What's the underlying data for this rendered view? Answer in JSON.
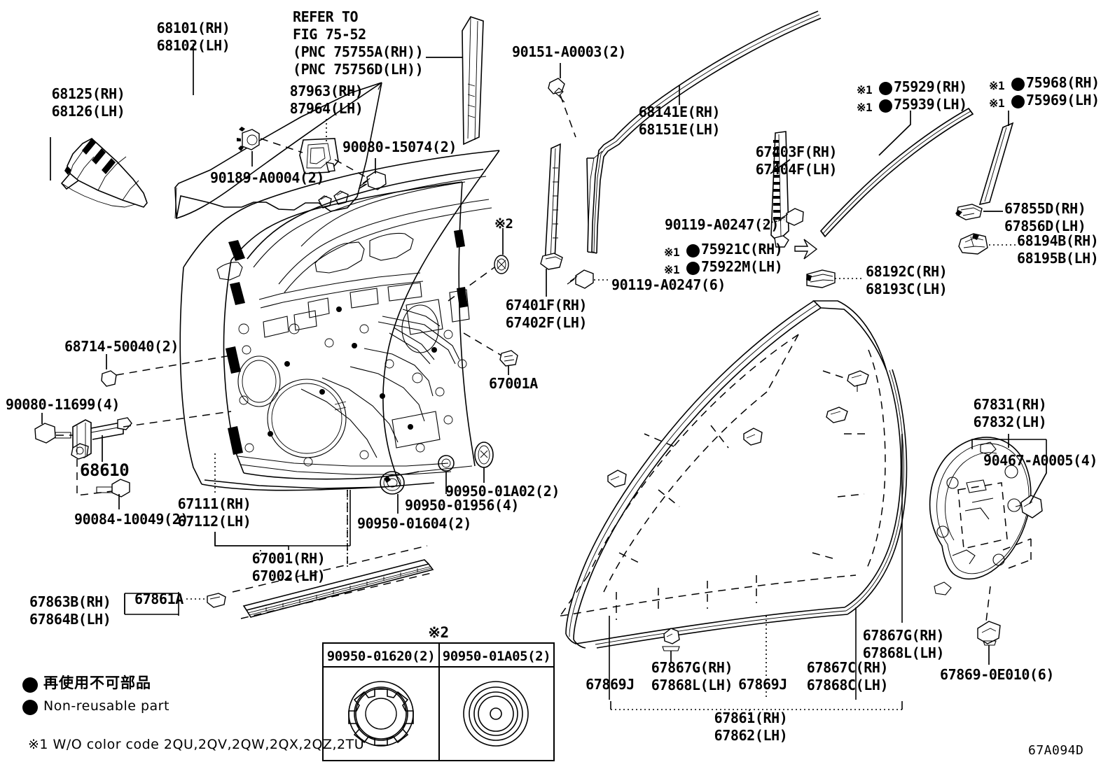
{
  "diagram": {
    "id_code": "67A094D",
    "reuse_note_jp": "再使用不可部品",
    "reuse_note_en": "Non-reusable part",
    "color_note": "※1 W/O color code 2QU,2QV,2QW,2QX,2QZ,2TU",
    "ref_note": "REFER TO\nFIG 75-52\n(PNC 75755A(RH))\n(PNC 75756D(LH))",
    "mark_1": "※1",
    "mark_2": "※2"
  },
  "labels": {
    "glass_main": "68101(RH)\n68102(LH)",
    "glass_corner": "68125(RH)\n68126(LH)",
    "clip_90189": "90189-A0004(2)",
    "mirror_cover": "87963(RH)\n87964(LH)",
    "screw_90080_15074": "90080-15074(2)",
    "bolt_90151": "90151-A0003(2)",
    "belt_moulding": "68141E(RH)\n68151E(LH)",
    "run_front": "67403F(RH)\n67404F(LH)",
    "tape_75929": "75929(RH)",
    "tape_75939": "75939(LH)",
    "tape_75968": "75968(RH)",
    "tape_75969": "75969(LH)",
    "clip_67855D": "67855D(RH)\n67856D(LH)",
    "clip_68194B": "68194B(RH)\n68195B(LH)",
    "clip_68192C": "68192C(RH)\n68193C(LH)",
    "bolt_90119_2": "90119-A0247(2)",
    "bolt_90119_6": "90119-A0247(6)",
    "tape_75921C": "75921C(RH)",
    "tape_75922M": "75922M(LH)",
    "run_rear": "67401F(RH)\n67402F(LH)",
    "plug_67001A": "67001A",
    "clip_68714": "68714-50040(2)",
    "bolt_90080_11699": "90080-11699(4)",
    "check_68610": "68610",
    "bolt_90084": "90084-10049(2)",
    "panel_sub": "67111(RH)\n67112(LH)",
    "door_assy": "67001(RH)\n67002(LH)",
    "plug_90950_01604": "90950-01604(2)",
    "plug_90950_01956": "90950-01956(4)",
    "plug_90950_01A02": "90950-01A02(2)",
    "moulding_67863B": "67863B(RH)\n67864B(LH)",
    "clip_67861A": "67861A",
    "weather_67861": "67861(RH)\n67862(LH)",
    "clip_67869J_left": "67869J",
    "clip_67869J_right": "67869J",
    "clip_67867G": "67867G(RH)\n67868L(LH)",
    "clip_67867G_right": "67867G(RH)\n67868L(LH)",
    "clip_67867C": "67867C(RH)\n67868C(LH)",
    "cover_67831": "67831(RH)\n67832(LH)",
    "clip_90467": "90467-A0005(4)",
    "clip_67869_0E010": "67869-0E010(6)"
  },
  "legend_table": {
    "mark": "※2",
    "columns": [
      {
        "part_no": "90950-01620(2)",
        "icon": "splined-grommet-icon"
      },
      {
        "part_no": "90950-01A05(2)",
        "icon": "ringed-grommet-icon"
      }
    ]
  },
  "colors": {
    "ink": "#000000",
    "paper": "#ffffff"
  }
}
